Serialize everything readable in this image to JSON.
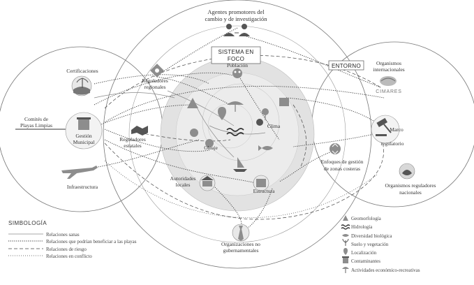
{
  "diagram": {
    "system_focus_label_line1": "SISTEMA EN",
    "system_focus_label_line2": "FOCO",
    "environment_label": "ENTORNO",
    "nodes": {
      "agentes_line1": "Agentes promotores del",
      "agentes_line2": "cambio y de investigación",
      "poblacion": "Población",
      "reguladores_regionales_line1": "Reguladores",
      "reguladores_regionales_line2": "regionales",
      "certificaciones": "Certificaciones",
      "comites_line1": "Comités de",
      "comites_line2": "Playas Limpias",
      "gestion_line1": "Gestión",
      "gestion_line2": "Municipal",
      "reguladores_estatales_line1": "Reguladores",
      "reguladores_estatales_line2": "estatales",
      "infraestructura": "Infraestructura",
      "clima": "Clima",
      "oleaje": "Oleaje",
      "autoridades_line1": "Autoridades",
      "autoridades_line2": "locales",
      "estructura": "Estructura",
      "organismos_int_line1": "Organismos",
      "organismos_int_line2": "internacionales",
      "cimares": "CIMARES",
      "marco_line1": "Marco",
      "marco_line2": "regulatorio",
      "enfoques_line1": "Enfoques de gestión",
      "enfoques_line2": "de zonas costeras",
      "org_nacionales_line1": "Organismos reguladores",
      "org_nacionales_line2": "nacionales",
      "ong_line1": "Organizaciones no",
      "ong_line2": "gubernamentales"
    }
  },
  "legend": {
    "title": "SIMBOLOGÍA",
    "relations": [
      "Relaciones sanas",
      "Relaciones que podrían beneficiar a las playas",
      "Relaciones de riesgo",
      "Relaciones en conflicto"
    ],
    "components": [
      {
        "label": "Geomorfología",
        "icon": "geomorphology-icon"
      },
      {
        "label": "Hidrología",
        "icon": "waves-icon"
      },
      {
        "label": "Diversidad biológica",
        "icon": "fish-icon"
      },
      {
        "label": "Suelo y vegetación",
        "icon": "plant-icon"
      },
      {
        "label": "Localización",
        "icon": "location-pin-icon"
      },
      {
        "label": "Contaminantes",
        "icon": "trash-icon"
      },
      {
        "label": "Actividades económico-recreativas",
        "icon": "umbrella-icon"
      }
    ]
  }
}
